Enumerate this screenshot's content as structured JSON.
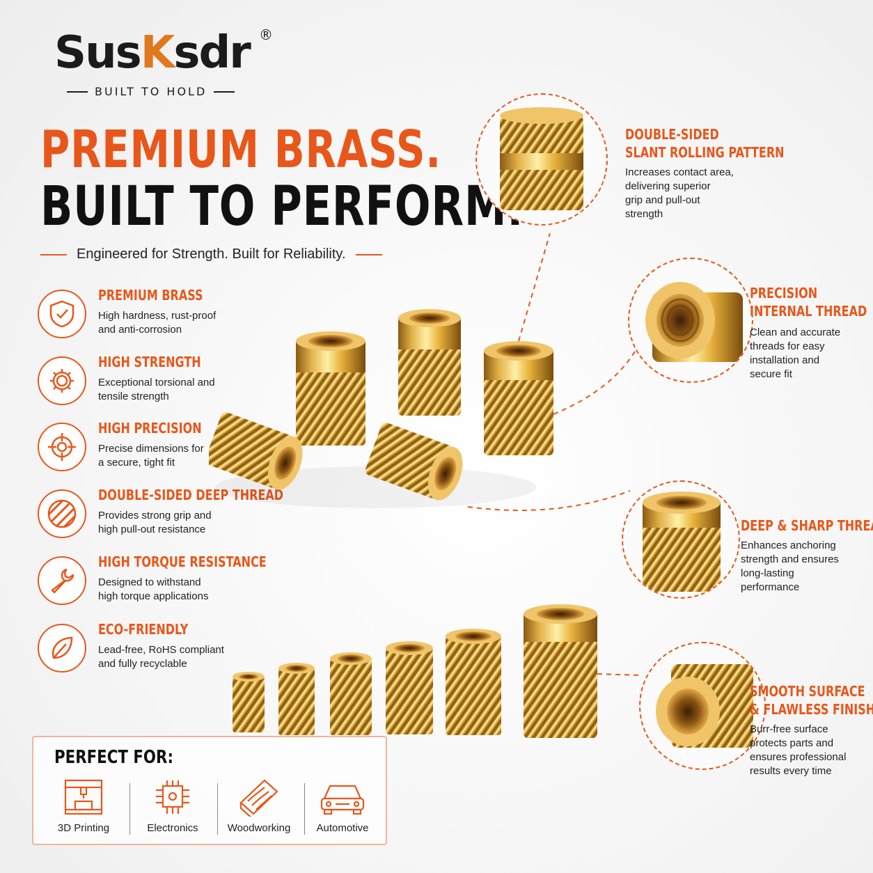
{
  "brand": {
    "logo_text": "SusKsdr",
    "registered_mark": "®",
    "tagline": "BUILT TO HOLD"
  },
  "headline": {
    "line1": "PREMIUM BRASS.",
    "line2": "BUILT TO PERFORM.",
    "subline": "Engineered for Strength. Built for Reliability."
  },
  "features": [
    {
      "title": "PREMIUM BRASS",
      "desc1": "High hardness, rust-proof",
      "desc2": "and anti-corrosion",
      "icon": "shield-check-icon"
    },
    {
      "title": "HIGH STRENGTH",
      "desc1": "Exceptional torsional and",
      "desc2": "tensile strength",
      "icon": "gear-icon"
    },
    {
      "title": "HIGH PRECISION",
      "desc1": "Precise dimensions for",
      "desc2": "a secure, tight fit",
      "icon": "crosshair-icon"
    },
    {
      "title": "DOUBLE-SIDED DEEP THREAD",
      "desc1": "Provides strong grip and",
      "desc2": "high pull-out resistance",
      "icon": "diagonal-stripes-icon"
    },
    {
      "title": "HIGH TORQUE RESISTANCE",
      "desc1": "Designed to withstand",
      "desc2": "high torque applications",
      "icon": "wrench-icon"
    },
    {
      "title": "ECO-FRIENDLY",
      "desc1": "Lead-free, RoHS compliant",
      "desc2": "and fully recyclable",
      "icon": "leaf-icon"
    }
  ],
  "callouts": [
    {
      "title1": "DOUBLE-SIDED",
      "title2": "SLANT ROLLING PATTERN",
      "lines": [
        "Increases contact area,",
        "delivering superior",
        "grip and pull-out",
        "strength"
      ]
    },
    {
      "title1": "PRECISION",
      "title2": "INTERNAL THREAD",
      "lines": [
        "Clean and accurate",
        "threads for easy",
        "installation and",
        "secure fit"
      ]
    },
    {
      "title1": "DEEP & SHARP THREADS",
      "title2": "",
      "lines": [
        "Enhances anchoring",
        "strength and ensures",
        "long-lasting",
        "performance"
      ]
    },
    {
      "title1": "SMOOTH SURFACE",
      "title2": "& FLAWLESS FINISH",
      "lines": [
        "Burr-free surface",
        "protects parts and",
        "ensures professional",
        "results every time"
      ]
    }
  ],
  "perfect_for": {
    "title": "PERFECT FOR:",
    "items": [
      {
        "label": "3D Printing",
        "icon": "3d-printer-icon"
      },
      {
        "label": "Electronics",
        "icon": "circuit-chip-icon"
      },
      {
        "label": "Woodworking",
        "icon": "wood-plank-icon"
      },
      {
        "label": "Automotive",
        "icon": "car-icon"
      }
    ]
  },
  "colors": {
    "accent": "#e8571a",
    "dark": "#111111",
    "brass": "#d9a53a",
    "logo_k": "#e0781c"
  }
}
